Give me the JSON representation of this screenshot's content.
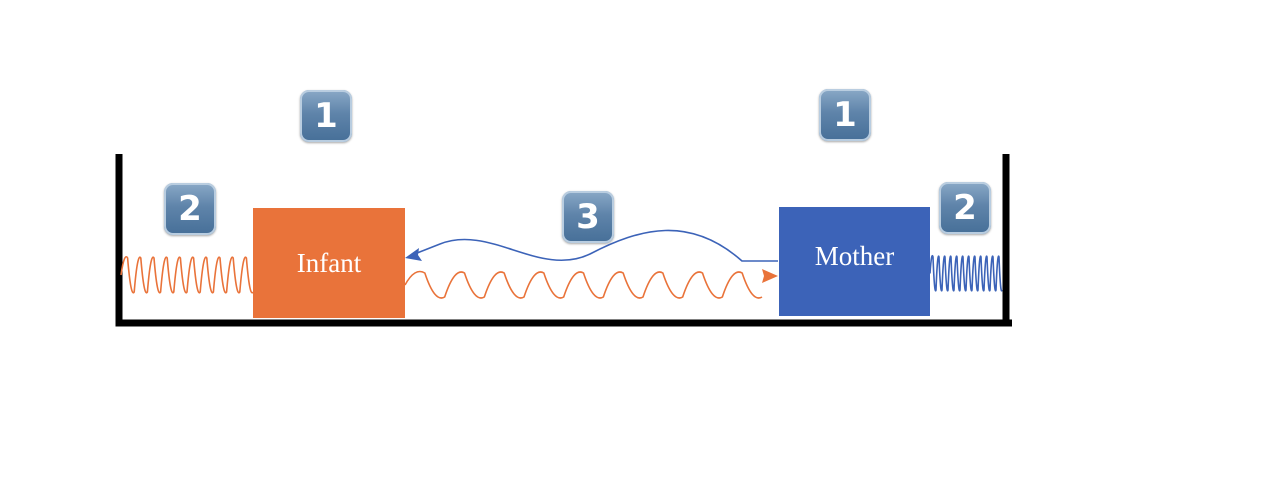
{
  "entities": {
    "infant": {
      "label": "Infant",
      "color": "#e9733a"
    },
    "mother": {
      "label": "Mother",
      "color": "#3c63b8"
    }
  },
  "badges": {
    "infant_top": "1",
    "mother_top": "1",
    "infant_left": "2",
    "mother_right": "2",
    "interaction": "3"
  },
  "colors": {
    "container_border": "#000000",
    "infant_wave": "#e9733a",
    "mother_wave": "#3c63b8",
    "badge_fill": "#5f84aa"
  },
  "icons": {
    "badge": "number-badge-icon",
    "spring": "spring-coil-icon"
  }
}
